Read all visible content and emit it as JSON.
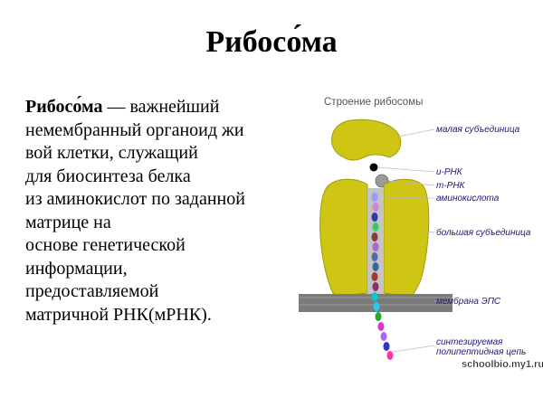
{
  "title": "Рибосо́ма",
  "definition": {
    "term": "Рибосо́ма",
    "first_line_rest": " — важнейший",
    "lines": [
      "немембранный органоид жи",
      "вой клетки, служащий",
      "для биосинтеза белка",
      "из аминокислот по заданной",
      "матрице на",
      "основе генетической",
      "информации,",
      "предоставляемой",
      "матричной РНК(мРНК)."
    ]
  },
  "diagram": {
    "title": "Строение рибосомы",
    "labels": {
      "small_subunit": "малая субъединица",
      "i_rna": "и-РНК",
      "t_rna": "т-РНК",
      "amino_acid": "аминокислота",
      "large_subunit": "большая субъединица",
      "er_membrane": "мембрана ЭПС",
      "chain_line1": "синтезируемая",
      "chain_line2": "полипептидная цепь"
    },
    "watermark": "schoolbio.my1.ru",
    "colors": {
      "subunit": "#cfc514",
      "subunit_dark": "#a09a10",
      "membrane": "#7a7a7a",
      "channel": "#c0c0c0",
      "label_text": "#1a1a7a",
      "title_text": "#555555"
    }
  }
}
